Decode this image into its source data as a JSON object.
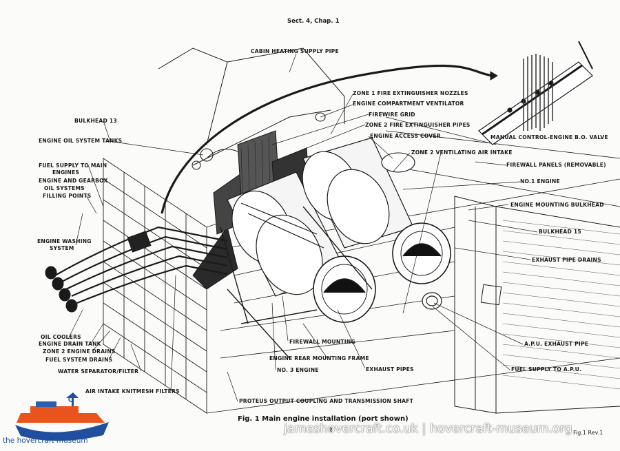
{
  "header": {
    "section": "Sect. 4, Chap. 1"
  },
  "caption": "Fig. 1  Main engine installation (port shown)",
  "page_number": "2",
  "figure_ref": "Fig.1 Rev.1",
  "labels": {
    "cabin_heating_supply_pipe": "CABIN HEATING SUPPLY PIPE",
    "zone1_fire_extinguisher_nozzles": "ZONE 1 FIRE EXTINGUISHER NOZZLES",
    "engine_compartment_ventilator": "ENGINE COMPARTMENT VENTILATOR",
    "firewire_grid": "FIREWIRE GRID",
    "zone2_fire_extinguisher_pipes": "ZONE 2 FIRE EXTINGUISHER PIPES",
    "engine_access_cover": "ENGINE ACCESS COVER",
    "manual_control": "MANUAL CONTROL-ENGINE B.O. VALVE",
    "zone2_ventilating_air_intake": "ZONE 2 VENTILATING AIR INTAKE",
    "firewall_panels": "FIREWALL PANELS (REMOVABLE)",
    "no1_engine": "NO.1 ENGINE",
    "engine_mounting_bulkhead": "ENGINE MOUNTING BULKHEAD",
    "bulkhead_15": "BULKHEAD 15",
    "exhaust_pipe_drains": "EXHAUST PIPE DRAINS",
    "apu_exhaust_pipe": "A.P.U. EXHAUST PIPE",
    "fuel_supply_apu": "FUEL SUPPLY TO A.P.U.",
    "bulkhead_13": "BULKHEAD 13",
    "engine_oil_system_tanks": "ENGINE OIL SYSTEM TANKS",
    "fuel_supply_main_engines_1": "FUEL SUPPLY TO MAIN",
    "fuel_supply_main_engines_2": "ENGINES",
    "engine_gearbox_oil_1": "ENGINE AND GEARBOX",
    "engine_gearbox_oil_2": "OIL SYSTEMS",
    "engine_gearbox_oil_3": "FILLING POINTS",
    "engine_washing_system_1": "ENGINE WASHING",
    "engine_washing_system_2": "SYSTEM",
    "oil_coolers": "OIL COOLERS",
    "engine_drain_tank": "ENGINE DRAIN TANK",
    "zone2_engine_drains": "ZONE 2 ENGINE DRAINS",
    "fuel_system_drains": "FUEL SYSTEM DRAINS",
    "water_separator_filter": "WATER SEPARATOR/FILTER",
    "air_intake_knitmesh_filters": "AIR INTAKE KNITMESH FILTERS",
    "firewall_mounting": "FIREWALL MOUNTING",
    "engine_rear_mounting_frame": "ENGINE REAR MOUNTING FRAME",
    "no3_engine": "NO. 3 ENGINE",
    "exhaust_pipes": "EXHAUST PIPES",
    "proteus_output_coupling": "PROTEUS OUTPUT COUPLING AND TRANSMISSION SHAFT"
  },
  "watermark": "jameshovercraft.co.uk | hovercraft-museum.org",
  "logo": {
    "text": "the hovercraft museum",
    "colors": {
      "hull": "#e8541c",
      "deck": "#1f4f9e",
      "text": "#1a4f9c"
    }
  },
  "colors": {
    "ink": "#1a1a1a",
    "paper": "#fbfbfa"
  }
}
